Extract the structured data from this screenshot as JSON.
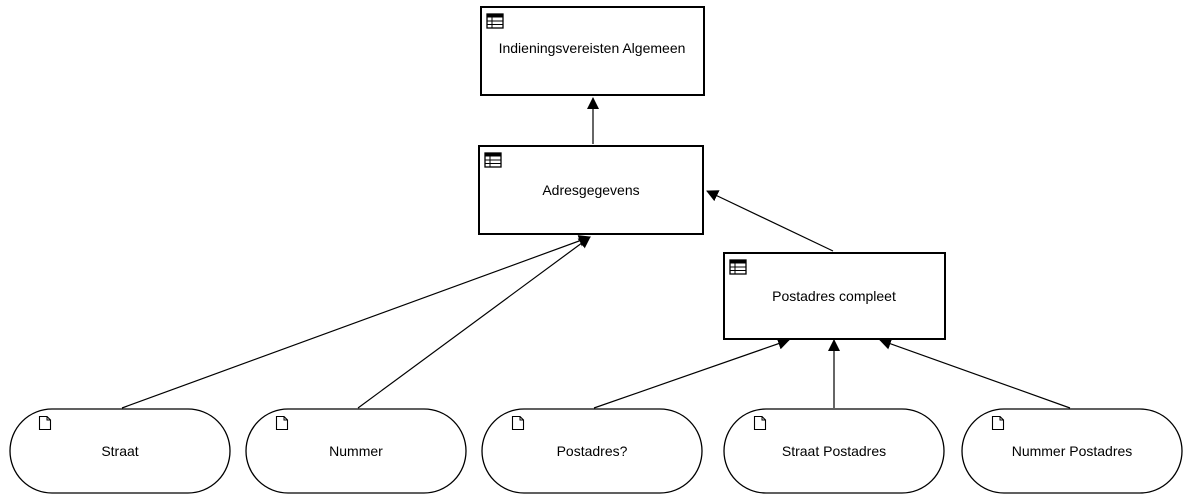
{
  "diagram": {
    "tables": [
      {
        "id": "indieningsvereisten",
        "label": "Indieningsvereisten Algemeen",
        "icon": "table-icon"
      },
      {
        "id": "adresgegevens",
        "label": "Adresgegevens",
        "icon": "table-icon"
      },
      {
        "id": "postadres-compleet",
        "label": "Postadres compleet",
        "icon": "table-icon"
      }
    ],
    "fields": [
      {
        "id": "straat",
        "label": "Straat",
        "icon": "document-icon"
      },
      {
        "id": "nummer",
        "label": "Nummer",
        "icon": "document-icon"
      },
      {
        "id": "postadres",
        "label": "Postadres?",
        "icon": "document-icon"
      },
      {
        "id": "straat-postadres",
        "label": "Straat Postadres",
        "icon": "document-icon"
      },
      {
        "id": "nummer-postadres",
        "label": "Nummer Postadres",
        "icon": "document-icon"
      }
    ],
    "edges": [
      {
        "from": "adresgegevens",
        "to": "indieningsvereisten"
      },
      {
        "from": "postadres-compleet",
        "to": "adresgegevens"
      },
      {
        "from": "straat",
        "to": "adresgegevens"
      },
      {
        "from": "nummer",
        "to": "adresgegevens"
      },
      {
        "from": "postadres",
        "to": "postadres-compleet"
      },
      {
        "from": "straat-postadres",
        "to": "postadres-compleet"
      },
      {
        "from": "nummer-postadres",
        "to": "postadres-compleet"
      }
    ]
  }
}
